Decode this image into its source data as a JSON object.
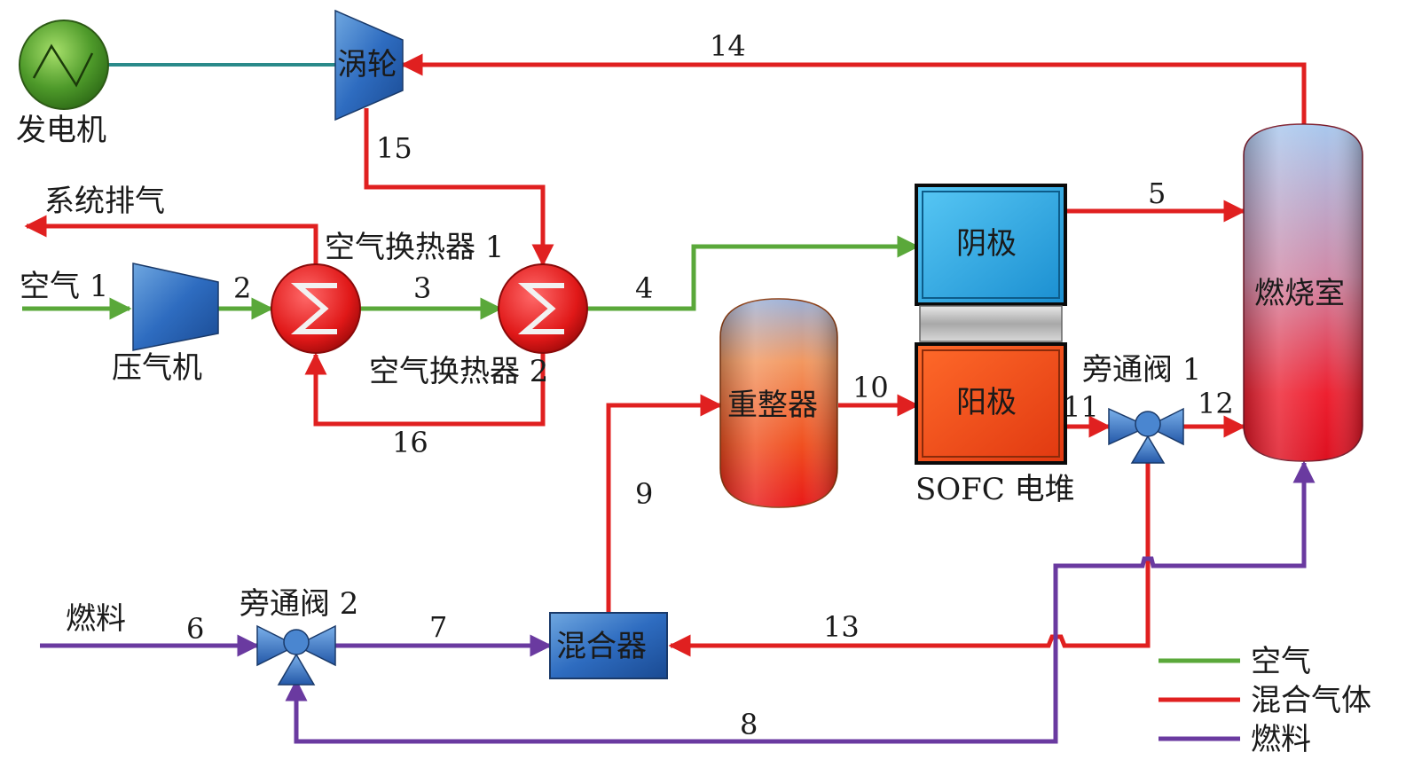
{
  "labels": {
    "generator": "发电机",
    "turbine": "涡轮",
    "exhaust": "系统排气",
    "air_in": "空气 1",
    "compressor": "压气机",
    "hx1": "空气换热器 1",
    "hx2": "空气换热器 2",
    "cathode": "阴极",
    "anode": "阳极",
    "sofc": "SOFC 电堆",
    "reformer": "重整器",
    "combustor": "燃烧室",
    "bypass1": "旁通阀 1",
    "bypass2": "旁通阀 2",
    "mixer": "混合器",
    "fuel_in": "燃料"
  },
  "stream_numbers": {
    "s2": "2",
    "s3": "3",
    "s4": "4",
    "s5": "5",
    "s6": "6",
    "s7": "7",
    "s8": "8",
    "s9": "9",
    "s10": "10",
    "s11": "11",
    "s12": "12",
    "s13": "13",
    "s14": "14",
    "s15": "15",
    "s16": "16"
  },
  "legend": {
    "air": "空气",
    "mixed_gas": "混合气体",
    "fuel": "燃料"
  },
  "colors": {
    "air": "#5aa83a",
    "mixed_gas": "#e02020",
    "fuel": "#6a3aa0",
    "shaft": "#2a8a8a"
  }
}
